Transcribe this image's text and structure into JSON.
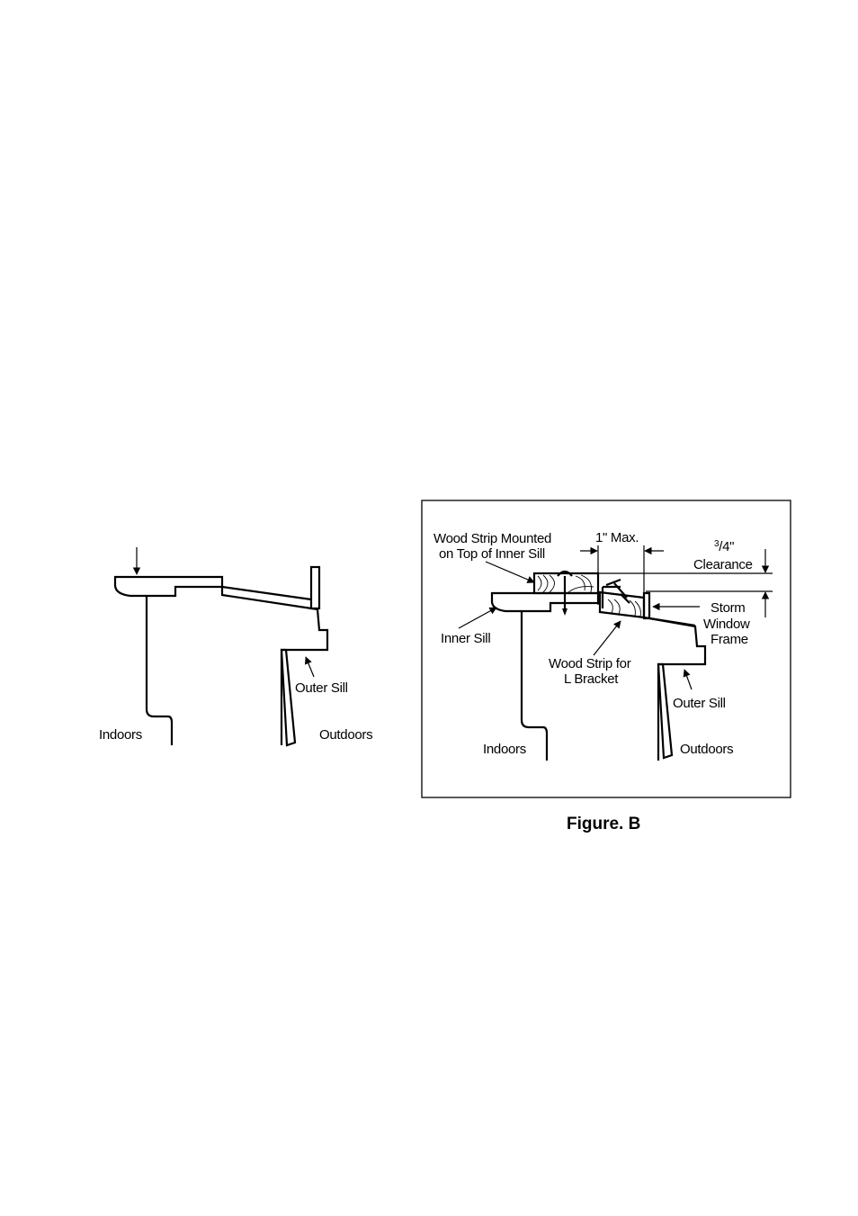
{
  "figure_a": {
    "labels": {
      "outer_sill": "Outer Sill",
      "indoors": "Indoors",
      "outdoors": "Outdoors"
    }
  },
  "figure_b": {
    "labels": {
      "wood_strip_top_line1": "Wood Strip Mounted",
      "wood_strip_top_line2": "on Top of Inner Sill",
      "max_gap": "1\" Max.",
      "clearance_fraction_num": "3",
      "clearance_fraction_rest": "/4\"",
      "clearance": "Clearance",
      "storm_line1": "Storm",
      "storm_line2": "Window",
      "storm_line3": "Frame",
      "inner_sill": "Inner Sill",
      "l_bracket_line1": "Wood Strip for",
      "l_bracket_line2": "L Bracket",
      "outer_sill": "Outer Sill",
      "indoors": "Indoors",
      "outdoors": "Outdoors"
    },
    "caption": "Figure. B"
  }
}
